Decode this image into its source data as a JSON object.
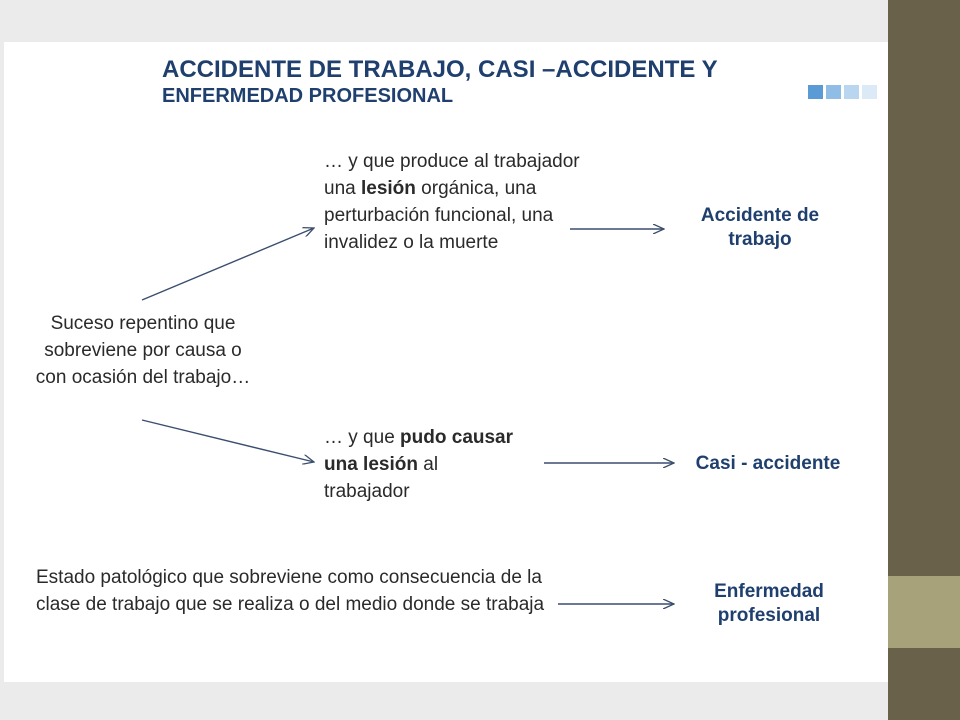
{
  "title": {
    "line1": "ACCIDENTE DE TRABAJO, CASI –ACCIDENTE  Y",
    "line2": "ENFERMEDAD PROFESIONAL"
  },
  "nodes": {
    "source": "Suceso repentino que sobreviene por causa o con ocasión del trabajo…",
    "branch1": {
      "pre": "… y que produce al trabajador una ",
      "bold": "lesión",
      "post": " orgánica, una perturbación funcional, una invalidez o la muerte"
    },
    "branch2": {
      "pre": "… y que ",
      "bold": "pudo causar una lesión",
      "post": " al trabajador"
    },
    "disease": "Estado patológico que sobreviene como consecuencia de la clase de trabajo que se realiza o del medio donde se trabaja"
  },
  "results": {
    "accident": "Accidente de trabajo",
    "near_miss": "Casi - accidente",
    "disease": "Enfermedad profesional"
  },
  "colors": {
    "title": "#1f3f6e",
    "arrow": "#3a4e6e",
    "side_dark": "#696149",
    "side_light": "#a8a27a",
    "squares": [
      "#5b9bd5",
      "#8fbde6",
      "#b9d6f0",
      "#dceaf7"
    ]
  }
}
